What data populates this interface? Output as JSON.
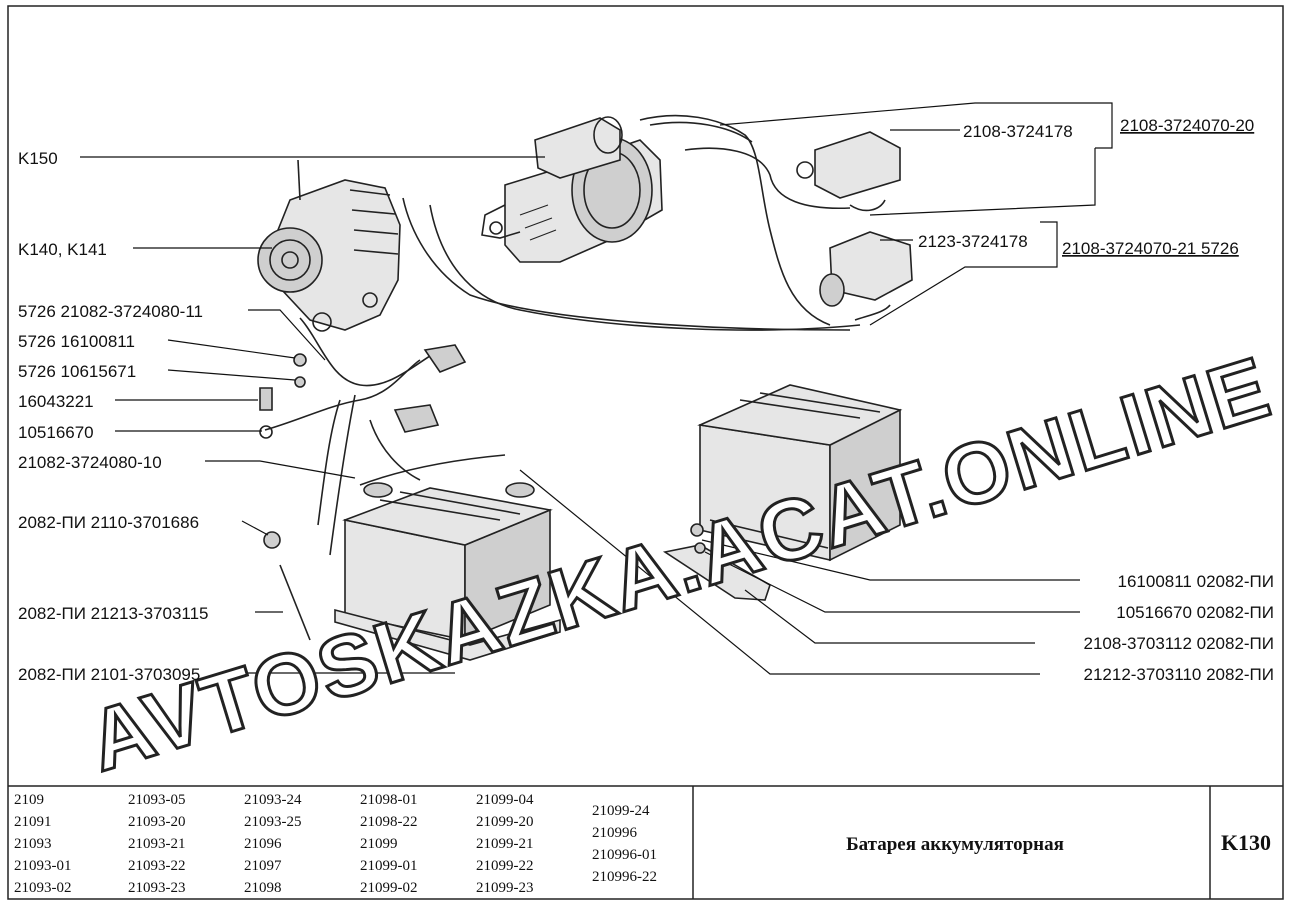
{
  "callouts_left": [
    "K150",
    "K140, K141",
    "5726  21082-3724080-11",
    "5726  16100811",
    "5726  10615671",
    "16043221",
    "10516670",
    "21082-3724080-10",
    "2082-ПИ  2110-3701686",
    "2082-ПИ  21213-3703115",
    "2082-ПИ  2101-3703095"
  ],
  "callouts_right": [
    "2108-3724178",
    "2108-3724070-20",
    "2123-3724178",
    "2108-3724070-21  5726",
    "16100811  02082-ПИ",
    "10516670  02082-ПИ",
    "2108-3703112  02082-ПИ",
    "21212-3703110  2082-ПИ"
  ],
  "watermark": "AVTOSKAZKA.ACAT.ONLINE",
  "models": [
    [
      "2109",
      "21091",
      "21093",
      "21093-01",
      "21093-02"
    ],
    [
      "21093-05",
      "21093-20",
      "21093-21",
      "21093-22",
      "21093-23"
    ],
    [
      "21093-24",
      "21093-25",
      "21096",
      "21097",
      "21098"
    ],
    [
      "21098-01",
      "21098-22",
      "21099",
      "21099-01",
      "21099-02"
    ],
    [
      "21099-04",
      "21099-20",
      "21099-21",
      "21099-22",
      "21099-23"
    ],
    [
      "21099-24",
      "210996",
      "210996-01",
      "210996-22"
    ]
  ],
  "title": "Батарея аккумуляторная",
  "page_code": "K130"
}
